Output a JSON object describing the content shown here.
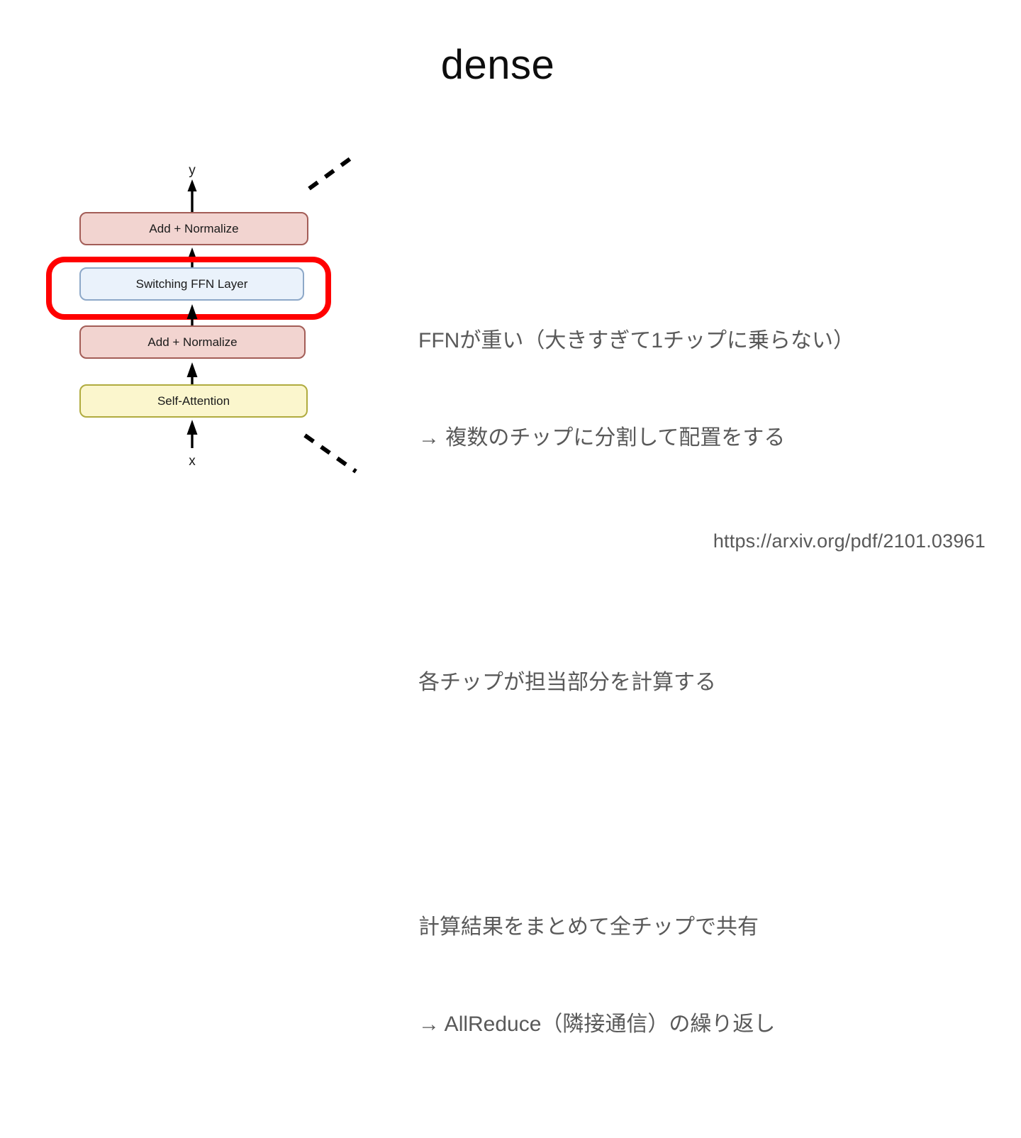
{
  "slide": {
    "title": "dense",
    "background_color": "#ffffff"
  },
  "diagram": {
    "name": "switch-transformer-encoder-block",
    "output_label": "y",
    "input_label": "x",
    "highlight_color": "#ff0000",
    "blocks": [
      {
        "id": "add-normalize-top",
        "label": "Add + Normalize",
        "fill": "#f2d4d0",
        "stroke": "#a35d57"
      },
      {
        "id": "switching-ffn-layer",
        "label": "Switching FFN Layer",
        "fill": "#eaf2fb",
        "stroke": "#8da8c8"
      },
      {
        "id": "add-normalize-bottom",
        "label": "Add + Normalize",
        "fill": "#f2d4d0",
        "stroke": "#a35d57"
      },
      {
        "id": "self-attention",
        "label": "Self-Attention",
        "fill": "#fbf6cd",
        "stroke": "#b0ab3f"
      }
    ],
    "dashed_leaders": [
      {
        "id": "leader-top-right",
        "direction": "up-right"
      },
      {
        "id": "leader-bottom-right",
        "direction": "down-right"
      }
    ]
  },
  "body": {
    "text_color": "#595959",
    "paragraphs": [
      {
        "id": "para-ffn-heavy",
        "lines": [
          "FFNが重い（大きすぎて1チップに乗らない）",
          "→ 複数のチップに分割して配置をする"
        ]
      },
      {
        "id": "para-each-chip",
        "lines": [
          "各チップが担当部分を計算する"
        ]
      },
      {
        "id": "para-allreduce",
        "lines": [
          "計算結果をまとめて全チップで共有",
          "→ AllReduce（隣接通信）の繰り返し"
        ]
      }
    ]
  },
  "footer": {
    "source_url": "https://arxiv.org/pdf/2101.03961"
  }
}
